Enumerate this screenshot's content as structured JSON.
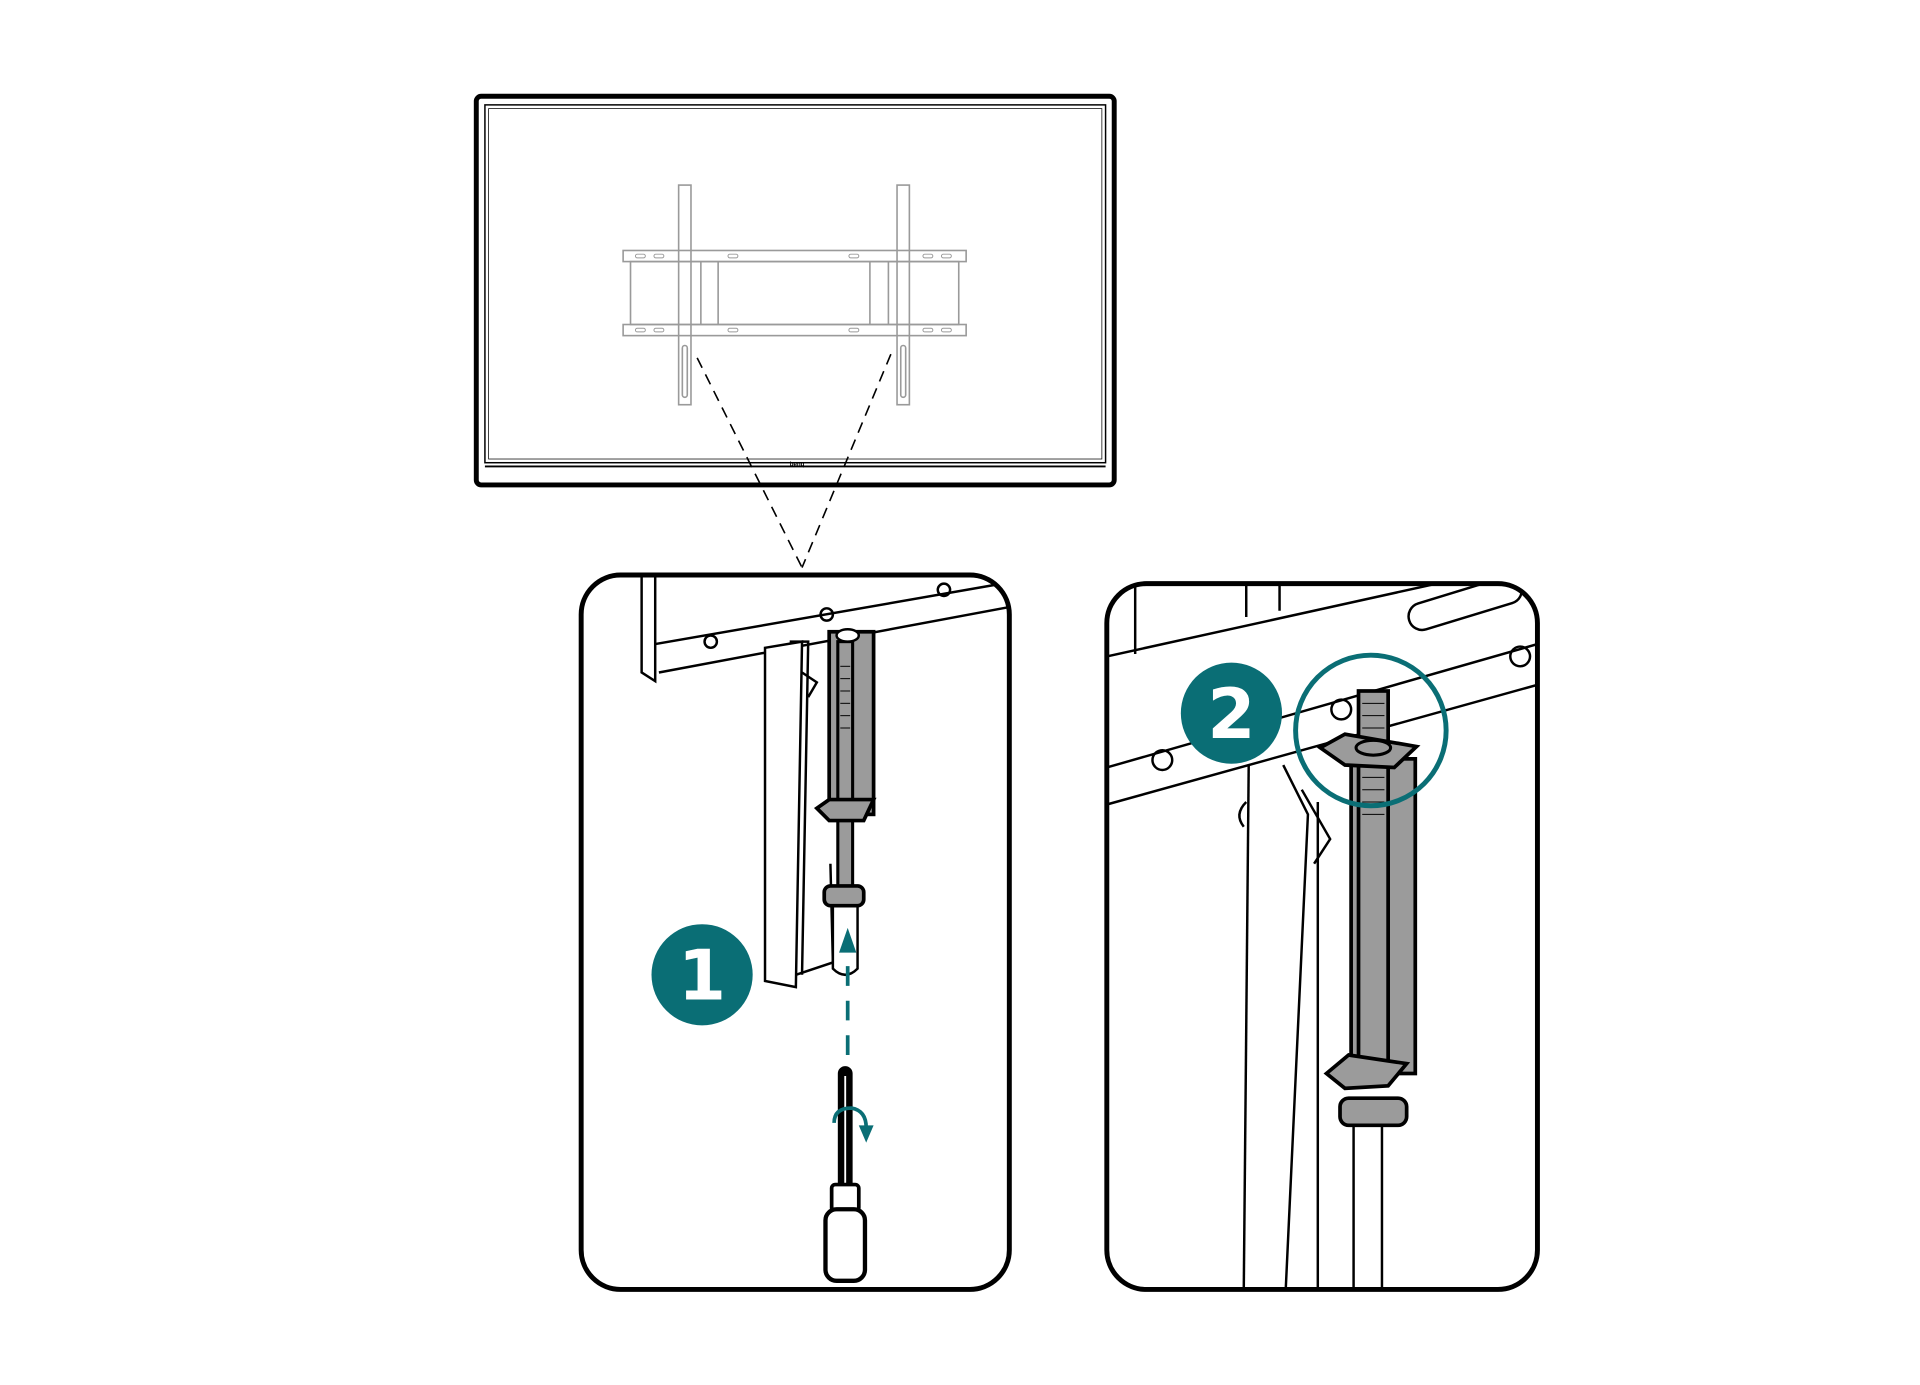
{
  "diagram": {
    "tv": {
      "logo": "benq"
    },
    "steps": [
      {
        "number": "1"
      },
      {
        "number": "2"
      }
    ]
  },
  "colors": {
    "accent": "#0a6e75",
    "line": "#000000",
    "bracket": "#9a9a9a",
    "bolt_fill": "#9b9b9b"
  }
}
